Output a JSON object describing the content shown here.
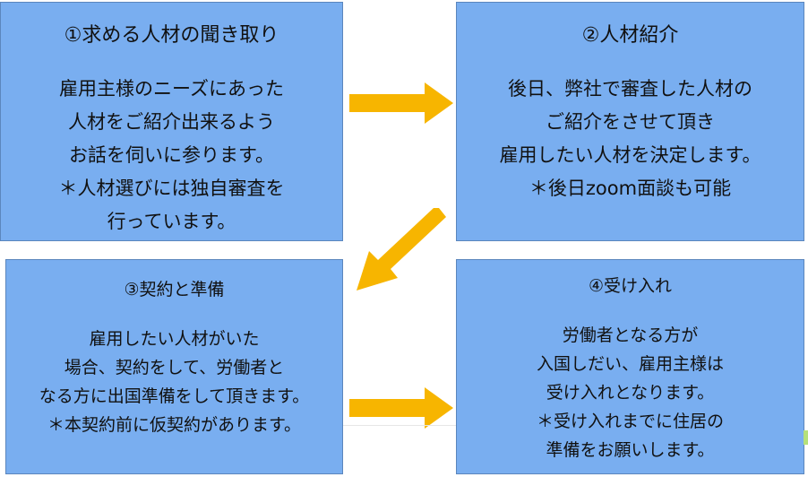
{
  "steps": [
    {
      "title": "①求める人材の聞き取り",
      "lines": [
        "雇用主様のニーズにあった",
        "人材をご紹介出来るよう",
        "お話を伺いに参ります。",
        "＊人材選びには独自審査を",
        "行っています。"
      ]
    },
    {
      "title": "②人材紹介",
      "lines": [
        "後日、弊社で審査した人材の",
        "ご紹介をさせて頂き",
        "雇用したい人材を決定します。",
        "＊後日zoom面談も可能"
      ]
    },
    {
      "title": "③契約と準備",
      "lines": [
        "雇用したい人材がいた",
        "場合、契約をして、労働者と",
        "なる方に出国準備をして頂きます。",
        "＊本契約前に仮契約があります。"
      ]
    },
    {
      "title": "④受け入れ",
      "lines": [
        "労働者となる方が",
        "入国しだい、雇用主様は",
        "受け入れとなります。",
        "＊受け入れまでに住居の",
        "準備をお願いします。"
      ]
    }
  ],
  "colors": {
    "box_fill": "#79aef0",
    "arrow": "#f7b500"
  }
}
